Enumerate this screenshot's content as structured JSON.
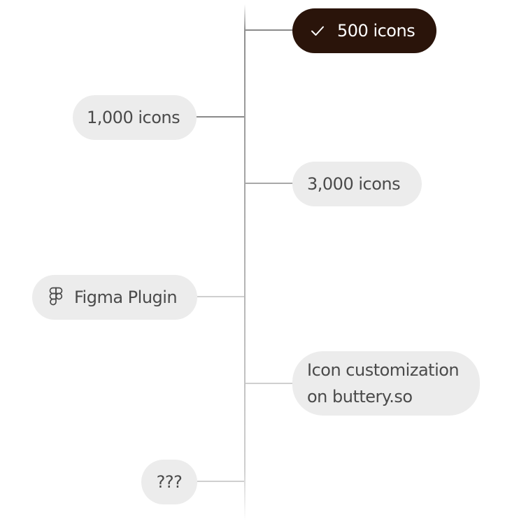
{
  "roadmap": {
    "items": [
      {
        "label": "500 icons",
        "status": "done",
        "icon": "check-icon"
      },
      {
        "label": "1,000 icons",
        "status": "upcoming"
      },
      {
        "label": "3,000 icons",
        "status": "upcoming"
      },
      {
        "label": "Figma Plugin",
        "status": "upcoming",
        "icon": "figma-icon"
      },
      {
        "label": "Icon customization on buttery.so",
        "status": "upcoming"
      },
      {
        "label": "???",
        "status": "upcoming"
      }
    ]
  },
  "colors": {
    "active_bg": "#2a140a",
    "active_text": "#ffffff",
    "pill_bg": "#ececec",
    "pill_text": "#4a4a4a",
    "line": "#a8a8a8"
  }
}
